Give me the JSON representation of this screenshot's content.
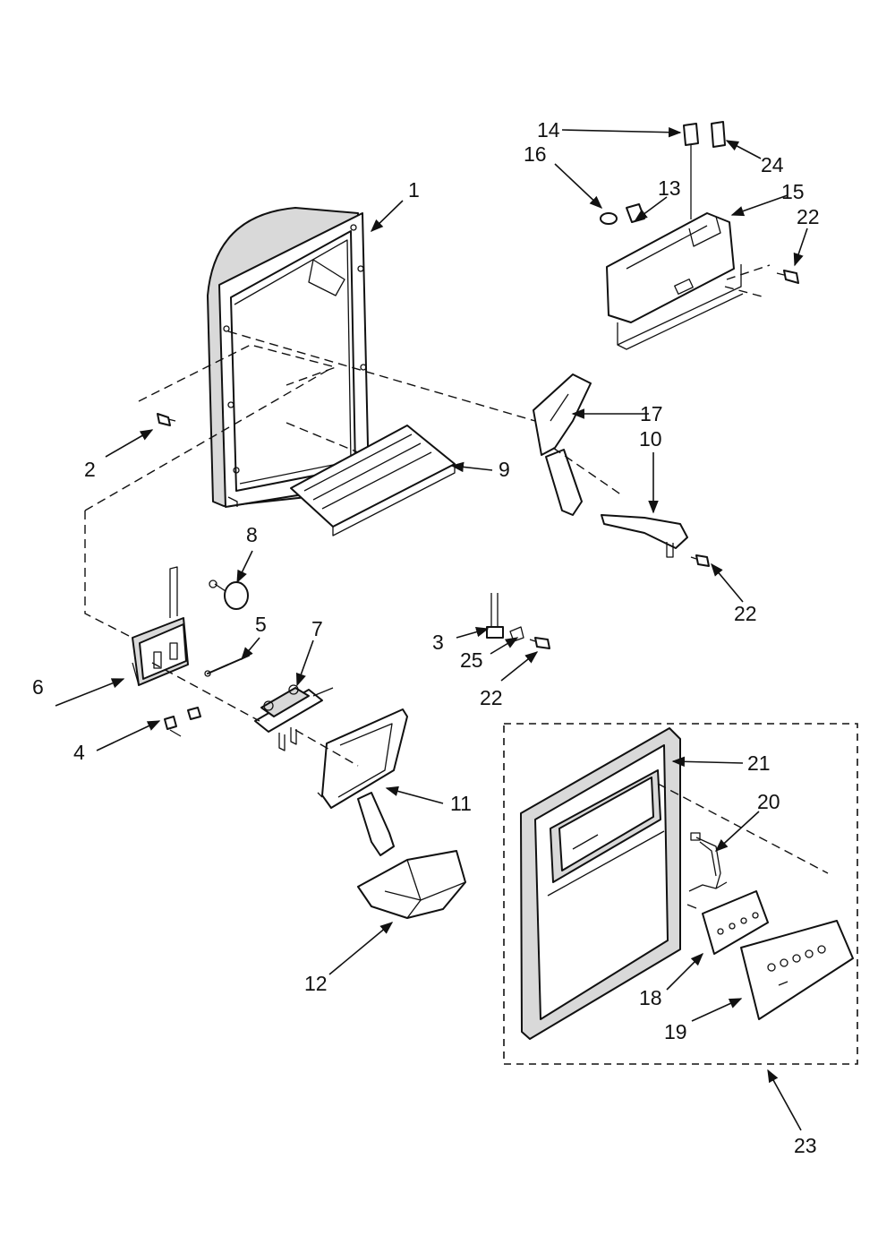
{
  "diagram": {
    "callouts": [
      {
        "id": "c1",
        "text": "1"
      },
      {
        "id": "c2",
        "text": "2"
      },
      {
        "id": "c3",
        "text": "3"
      },
      {
        "id": "c4",
        "text": "4"
      },
      {
        "id": "c5",
        "text": "5"
      },
      {
        "id": "c6",
        "text": "6"
      },
      {
        "id": "c7",
        "text": "7"
      },
      {
        "id": "c8",
        "text": "8"
      },
      {
        "id": "c9",
        "text": "9"
      },
      {
        "id": "c10",
        "text": "10"
      },
      {
        "id": "c11",
        "text": "11"
      },
      {
        "id": "c12",
        "text": "12"
      },
      {
        "id": "c13",
        "text": "13"
      },
      {
        "id": "c14",
        "text": "14"
      },
      {
        "id": "c15",
        "text": "15"
      },
      {
        "id": "c16",
        "text": "16"
      },
      {
        "id": "c17",
        "text": "17"
      },
      {
        "id": "c18",
        "text": "18"
      },
      {
        "id": "c19",
        "text": "19"
      },
      {
        "id": "c20",
        "text": "20"
      },
      {
        "id": "c21",
        "text": "21"
      },
      {
        "id": "c22a",
        "text": "22"
      },
      {
        "id": "c22b",
        "text": "22"
      },
      {
        "id": "c22c",
        "text": "22"
      },
      {
        "id": "c23",
        "text": "23"
      },
      {
        "id": "c24",
        "text": "24"
      },
      {
        "id": "c25",
        "text": "25"
      }
    ]
  }
}
